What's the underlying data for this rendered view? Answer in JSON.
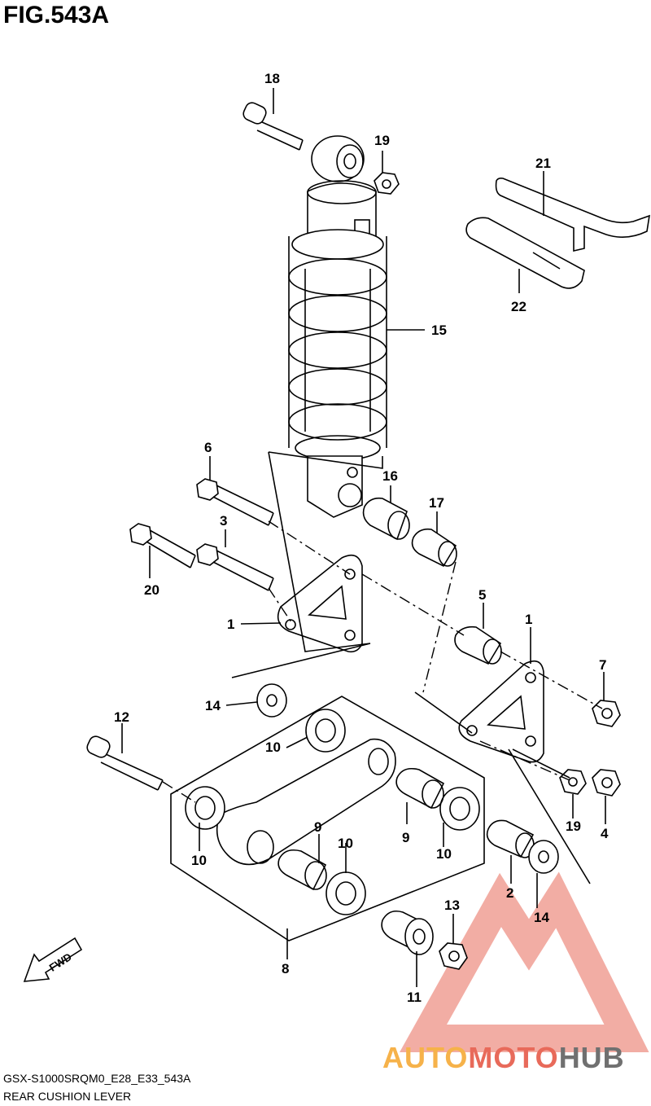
{
  "figure": {
    "title": "FIG.543A",
    "model_code": "GSX-S1000SRQM0_E28_E33_543A",
    "section_name": "REAR CUSHION LEVER"
  },
  "callouts": [
    "1",
    "1",
    "2",
    "3",
    "4",
    "5",
    "6",
    "7",
    "8",
    "9",
    "9",
    "10",
    "10",
    "10",
    "10",
    "11",
    "12",
    "13",
    "14",
    "14",
    "15",
    "16",
    "17",
    "18",
    "19",
    "19",
    "20",
    "21",
    "22"
  ],
  "watermark": {
    "part1": "AUTO",
    "part2": "MOTO",
    "part3": "HUB",
    "colors": {
      "auto": "#f6b24a",
      "moto": "#e86a5a",
      "hub": "#707070"
    }
  },
  "fwd_label": "FWD"
}
